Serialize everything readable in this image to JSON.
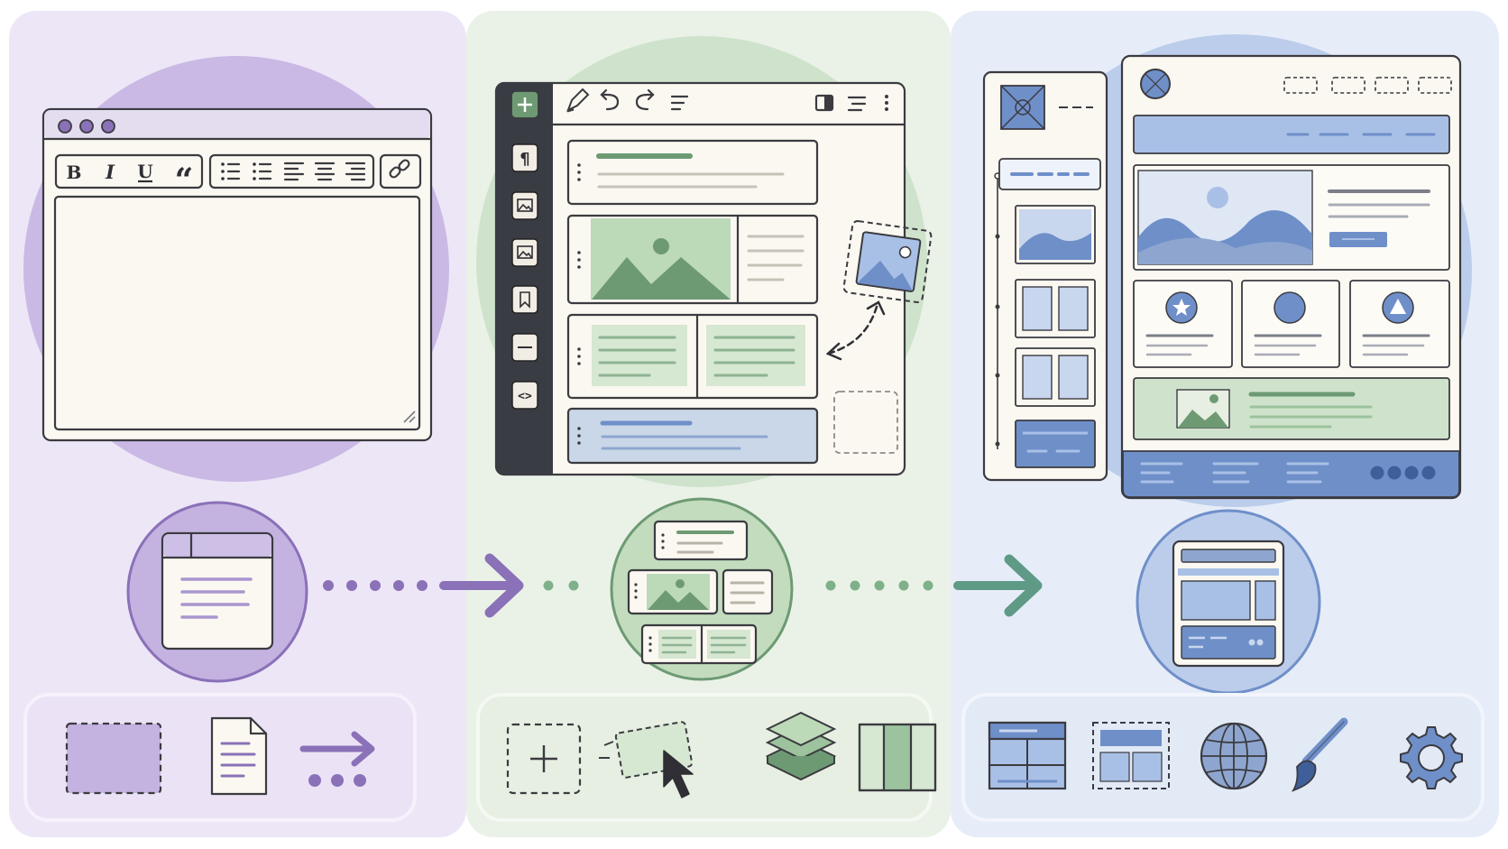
{
  "toolbar": {
    "bold": "B",
    "italic": "I",
    "underline": "U",
    "quote": "“",
    "block_paragraph": "¶",
    "block_code": "<>"
  },
  "colors": {
    "purple_bg": "#ede6f7",
    "purple_circle": "#c9b9e4",
    "purple_accent": "#8a71b8",
    "green_bg": "#eaf2e7",
    "green_circle": "#cfe3cc",
    "green_accent": "#6d9a73",
    "blue_bg": "#e6edf8",
    "blue_circle": "#bccdeb",
    "blue_accent": "#6f8fc9",
    "outline": "#3b3b40",
    "paper": "#fbf8f1"
  },
  "icons": {
    "stage1": [
      "dashed-rectangle-icon",
      "document-icon",
      "arrow-dots-icon"
    ],
    "stage2": [
      "add-block-icon",
      "drag-block-cursor-icon",
      "layers-icon",
      "columns-icon"
    ],
    "stage3": [
      "layout-icon",
      "template-icon",
      "globe-icon",
      "brush-icon",
      "gear-icon"
    ]
  }
}
